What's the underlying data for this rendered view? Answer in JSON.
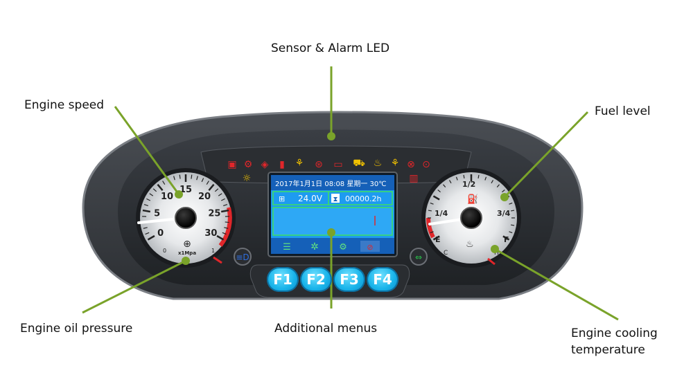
{
  "callouts": {
    "sensor_alarm": "Sensor & Alarm LED",
    "engine_speed": "Engine speed",
    "fuel_level": "Fuel level",
    "oil_pressure": "Engine oil pressure",
    "additional_menus": "Additional menus",
    "cooling_temp_line1": "Engine cooling",
    "cooling_temp_line2": "temperature"
  },
  "tach": {
    "ticks": [
      "0",
      "5",
      "10",
      "15",
      "20",
      "25",
      "30"
    ],
    "oil_ticks": [
      "0",
      "1"
    ],
    "oil_unit": "x1Mpa"
  },
  "fuel_gauge": {
    "labels": [
      "1/4",
      "1/2",
      "3/4"
    ],
    "e": "E",
    "f": "F",
    "c": "C",
    "h": "H"
  },
  "screen": {
    "datetime": "2017年1月1日  08:08  星期一  30℃",
    "voltage": "24.0V",
    "hours": "00000.2h"
  },
  "buttons": [
    "F1",
    "F2",
    "F3",
    "F4"
  ],
  "colors": {
    "accent_line": "#7aa32a",
    "warning_red": "#e0262a",
    "warning_yellow": "#f2c200",
    "screen_blue": "#1e9bf0",
    "button_blue": "#19b4ea",
    "bezel": "#3a3d42"
  },
  "icons": [
    "filter-icon",
    "engine-check-icon",
    "oil-can-icon",
    "fuel-icon",
    "glow-plug-icon",
    "brake-icon",
    "battery-icon",
    "tractor-icon",
    "water-temp-icon",
    "preheat-icon",
    "gear-icon",
    "alert-icon",
    "headlight-icon",
    "turn-signal-icon",
    "fuel-pump-icon",
    "coolant-icon",
    "menu-list-icon",
    "settings-icon",
    "engine-icon"
  ]
}
